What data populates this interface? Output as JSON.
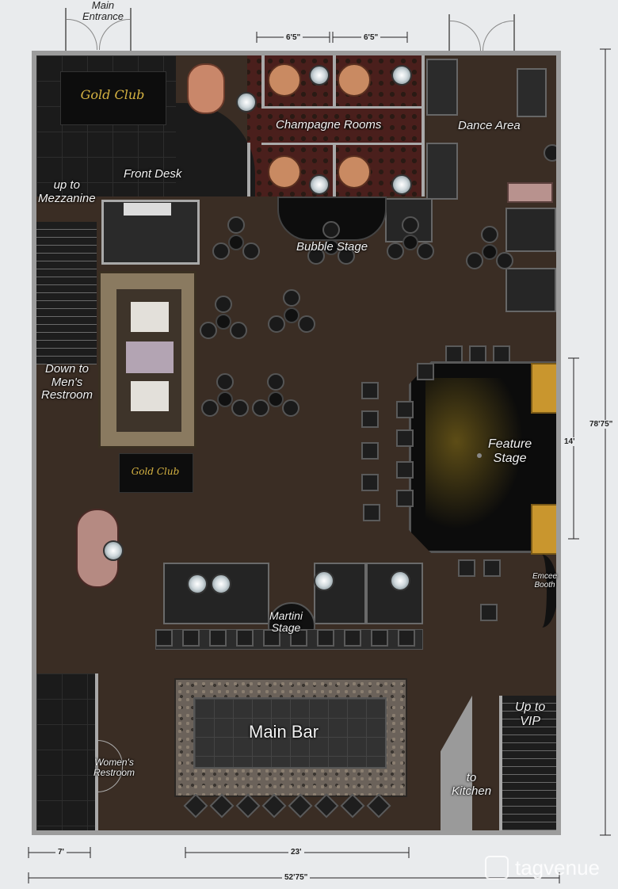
{
  "labels": {
    "main_entrance": "Main\nEntrance",
    "front_desk": "Front Desk",
    "up_to_mezzanine": "up to\nMezzanine",
    "champagne_rooms": "Champagne Rooms",
    "dance_area": "Dance Area",
    "bubble_stage": "Bubble Stage",
    "down_to_mens_restroom": "Down to\nMen's\nRestroom",
    "feature_stage": "Feature\nStage",
    "emcee_booth": "Emcee\nBooth",
    "martini_stage": "Martini\nStage",
    "main_bar": "Main Bar",
    "womens_restroom": "Women's\nRestroom",
    "to_kitchen": "to\nKitchen",
    "up_to_vip": "Up to\nVIP"
  },
  "logos": [
    "Gold Club",
    "Gold Club"
  ],
  "dimensions": {
    "champagne_room_width_1": "6'5\"",
    "champagne_room_width_2": "6'5\"",
    "total_length": "78'75\"",
    "stage_width": "14'",
    "restroom_width": "7'",
    "bar_width": "23'",
    "total_width": "52'75\""
  },
  "watermark": "tagvenue",
  "colors": {
    "floor": "#3a2d24",
    "tile": "#1b1b1b",
    "stage": "#0e0e0e",
    "gold": "#c9962e",
    "wall": "#a9a9a9"
  }
}
